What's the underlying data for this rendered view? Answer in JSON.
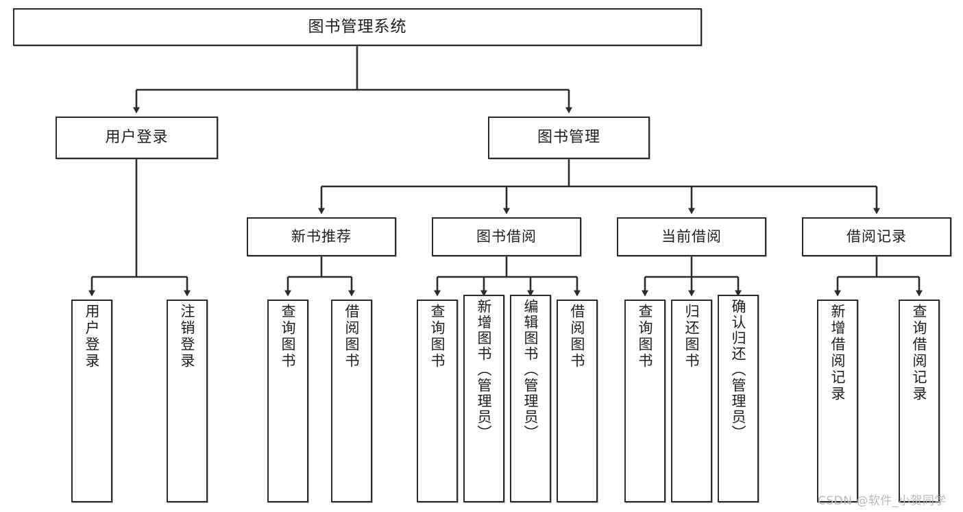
{
  "diagram": {
    "title": "图书管理系统",
    "watermark": "CSDN @软件_小贺同学",
    "stroke_color": "#2b2b2b",
    "fill_color": "#ffffff",
    "text_color": "#1d1d1d"
  },
  "root": {
    "label": "图书管理系统"
  },
  "level2": [
    {
      "label": "用户登录"
    },
    {
      "label": "图书管理"
    }
  ],
  "level3": [
    {
      "label": "新书推荐"
    },
    {
      "label": "图书借阅"
    },
    {
      "label": "当前借阅"
    },
    {
      "label": "借阅记录"
    }
  ],
  "leaves": {
    "user_login": [
      {
        "label": "用户登录"
      },
      {
        "label": "注销登录"
      }
    ],
    "new_book_recommend": [
      {
        "label": "查询图书"
      },
      {
        "label": "借阅图书"
      }
    ],
    "book_borrow": [
      {
        "label": "查询图书"
      },
      {
        "label": "新增图书（管理员）"
      },
      {
        "label": "编辑图书（管理员）"
      },
      {
        "label": "借阅图书"
      }
    ],
    "current_borrow": [
      {
        "label": "查询图书"
      },
      {
        "label": "归还图书"
      },
      {
        "label": "确认归还（管理员）"
      }
    ],
    "borrow_record": [
      {
        "label": "新增借阅记录"
      },
      {
        "label": "查询借阅记录"
      }
    ]
  }
}
